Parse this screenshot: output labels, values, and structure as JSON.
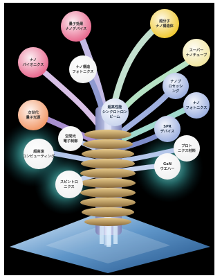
{
  "nodes": [
    {
      "id": "top-left-pink",
      "color": "#e86a8f",
      "lines": [
        "量子効果",
        "ナノデバイス"
      ]
    },
    {
      "id": "top-right-yellow",
      "color": "#f0c934",
      "lines": [
        "超分子",
        "ナノ構造体"
      ]
    },
    {
      "id": "left-pink",
      "color": "#e86a8f",
      "lines": [
        "ナノ",
        "バイオニクス"
      ]
    },
    {
      "id": "white-upper",
      "color": "#f2f2f2",
      "lines": [
        "ナノ構造",
        "フォトニクス"
      ]
    },
    {
      "id": "right-yellow",
      "color": "#f3e7a2",
      "lines": [
        "スーパー",
        "ナノチューブ"
      ]
    },
    {
      "id": "blue-upper-right",
      "color": "#9db0e0",
      "lines": [
        "ナノプ",
        "ロセッシ",
        "ング"
      ]
    },
    {
      "id": "blue-right",
      "color": "#9db0e0",
      "lines": [
        "ナノ",
        "フォトニクス"
      ]
    },
    {
      "id": "center",
      "color": "#c9d5ee",
      "lines": [
        "超高性能",
        "シンクロトロン",
        "ビーム"
      ]
    },
    {
      "id": "orange-left",
      "color": "#f29a6a",
      "lines": [
        "次世代",
        "量子光源"
      ]
    },
    {
      "id": "blue-mid-right",
      "color": "#9db0e0",
      "lines": [
        "SPR",
        "デバイス"
      ]
    },
    {
      "id": "left-white-1",
      "color": "#f2f2f2",
      "lines": [
        "空間光",
        "電子制御"
      ]
    },
    {
      "id": "right-white",
      "color": "#f2f2f2",
      "lines": [
        "プロト",
        "ニクス材料"
      ]
    },
    {
      "id": "left-white-2",
      "color": "#f2f2f2",
      "lines": [
        "超高速",
        "コンピューティング"
      ]
    },
    {
      "id": "right-lower",
      "color": "#f2f2f2",
      "lines": [
        "GaN",
        "ウエハー"
      ]
    },
    {
      "id": "left-white-3",
      "color": "#f2f2f2",
      "lines": [
        "スピントロ",
        "ニクス"
      ]
    }
  ]
}
